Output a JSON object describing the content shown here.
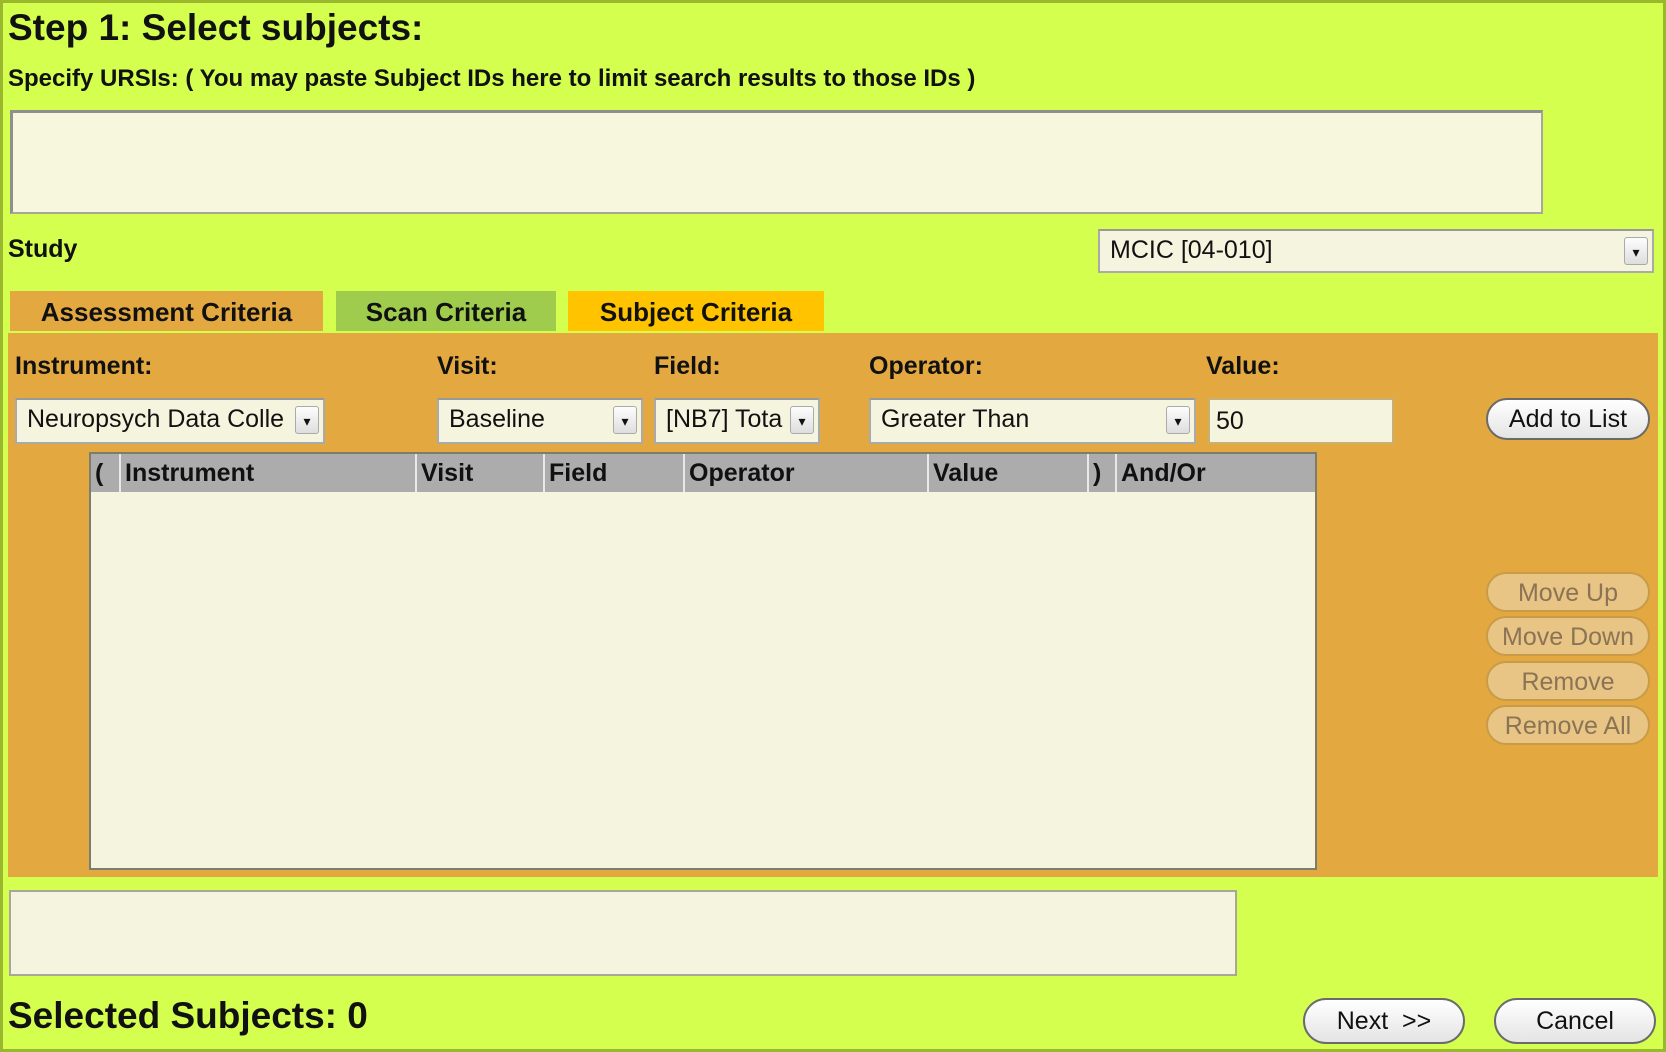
{
  "page": {
    "title": "Step 1: Select subjects:",
    "ursi_label": "Specify URSIs: ( You may paste Subject IDs here to limit search results to those IDs )",
    "ursi_value": ""
  },
  "study": {
    "label": "Study",
    "selected": "MCIC [04-010]"
  },
  "tabs": [
    {
      "label": "Assessment Criteria",
      "color": "#e3a940",
      "active": true
    },
    {
      "label": "Scan Criteria",
      "color": "#9fcc4d",
      "active": false
    },
    {
      "label": "Subject Criteria",
      "color": "#ffc300",
      "active": false
    }
  ],
  "criteria": {
    "instrument_label": "Instrument:",
    "instrument_value": "Neuropsych Data Colle",
    "visit_label": "Visit:",
    "visit_value": "Baseline",
    "field_label": "Field:",
    "field_value": "[NB7] Tota",
    "operator_label": "Operator:",
    "operator_value": "Greater Than",
    "value_label": "Value:",
    "value_value": "50",
    "add_button": "Add to List"
  },
  "table": {
    "columns": [
      "(",
      "Instrument",
      "Visit",
      "Field",
      "Operator",
      "Value",
      ")",
      "And/Or"
    ],
    "rows": []
  },
  "list_buttons": {
    "move_up": "Move Up",
    "move_down": "Move Down",
    "remove": "Remove",
    "remove_all": "Remove All"
  },
  "footer": {
    "selected_subjects": "Selected Subjects: 0",
    "next": "Next  >>",
    "cancel": "Cancel"
  },
  "colors": {
    "background": "#d4ff4f",
    "panel": "#e3a940",
    "input_bg": "#f5f5df",
    "header_gray": "#acacac"
  }
}
